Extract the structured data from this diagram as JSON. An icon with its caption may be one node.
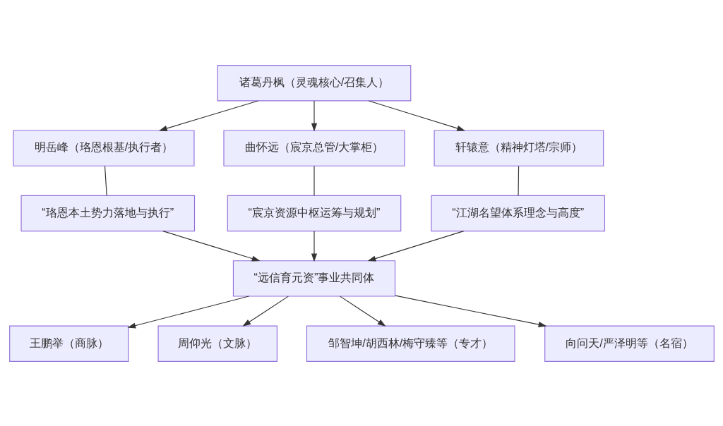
{
  "diagram": {
    "nodes": [
      {
        "text": [
          "诸葛丹枫（灵魂核心/召集人）"
        ]
      },
      {
        "text": [
          "明岳峰（珞恩根基/执行者）"
        ]
      },
      {
        "text": [
          "曲怀远（宸京总管/大掌柜）"
        ]
      },
      {
        "text": [
          "轩辕意（精神灯塔/宗师）"
        ]
      },
      {
        "text": [
          "“珞恩本土势力落地与执行”"
        ]
      },
      {
        "text": [
          "“宸京资源中枢运筹与规划”"
        ]
      },
      {
        "text": [
          "“江湖名望体系理念与高度”"
        ]
      },
      {
        "text": [
          "“远信育元资”事业共同体"
        ]
      },
      {
        "text": [
          "王鹏举（商脉）"
        ]
      },
      {
        "text": [
          "周仰光（文脉）"
        ]
      },
      {
        "text": [
          "邹智坤/胡西林/梅守臻等（专才）"
        ]
      },
      {
        "text": [
          "向问天/严泽明等（名宿）"
        ]
      }
    ],
    "edges": [
      {
        "from": 0,
        "to": 1,
        "arrow": "to"
      },
      {
        "from": 0,
        "to": 2,
        "arrow": "to"
      },
      {
        "from": 0,
        "to": 3,
        "arrow": "to"
      },
      {
        "from": 1,
        "to": 4,
        "arrow": "none"
      },
      {
        "from": 2,
        "to": 5,
        "arrow": "none"
      },
      {
        "from": 3,
        "to": 6,
        "arrow": "none"
      },
      {
        "from": 4,
        "to": 7,
        "arrow": "to"
      },
      {
        "from": 5,
        "to": 7,
        "arrow": "to"
      },
      {
        "from": 6,
        "to": 7,
        "arrow": "to"
      },
      {
        "from": 7,
        "to": 8,
        "arrow": "to"
      },
      {
        "from": 7,
        "to": 9,
        "arrow": "to"
      },
      {
        "from": 7,
        "to": 10,
        "arrow": "to"
      },
      {
        "from": 7,
        "to": 11,
        "arrow": "to"
      }
    ]
  }
}
